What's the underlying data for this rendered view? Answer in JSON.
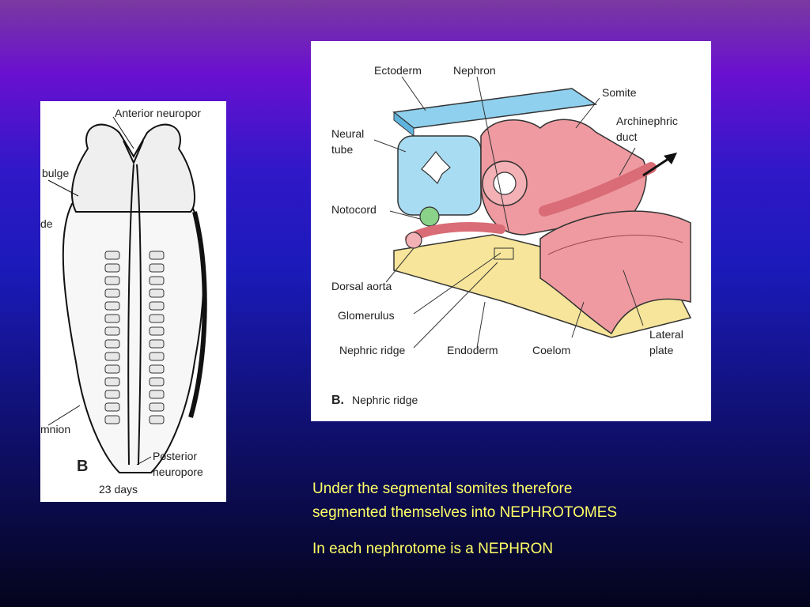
{
  "embryo_figure": {
    "labels": {
      "anterior_neuropore": "Anterior neuropor",
      "bulge": "bulge",
      "partial_de": "de",
      "amnion": "mnion",
      "posterior_neuropore_1": "Posterior",
      "posterior_neuropore_2": "neuropore",
      "panel_letter": "B",
      "age": "23 days"
    }
  },
  "nephric_figure": {
    "labels": {
      "ectoderm": "Ectoderm",
      "nephron": "Nephron",
      "somite": "Somite",
      "archinephric_1": "Archinephric",
      "archinephric_2": "duct",
      "neural_1": "Neural",
      "neural_2": "tube",
      "notocord": "Notocord",
      "dorsal_aorta": "Dorsal aorta",
      "glomerulus": "Glomerulus",
      "nephric_ridge": "Nephric ridge",
      "endoderm": "Endoderm",
      "coelom": "Coelom",
      "lateral_1": "Lateral",
      "lateral_2": "plate"
    },
    "caption_letter": "B.",
    "caption_text": "Nephric ridge"
  },
  "slide_text": {
    "line1": "Under the segmental somites therefore",
    "line2": "segmented themselves into NEPHROTOMES",
    "line3": "In each nephrotome is a NEPHRON"
  },
  "colors": {
    "caption_yellow": "#ffff66",
    "ectoderm_blue": "#8fd0ee",
    "somite_pink": "#ee9aa0",
    "endoderm_yellow": "#f6e59a",
    "notocord_green": "#8ad28a"
  }
}
